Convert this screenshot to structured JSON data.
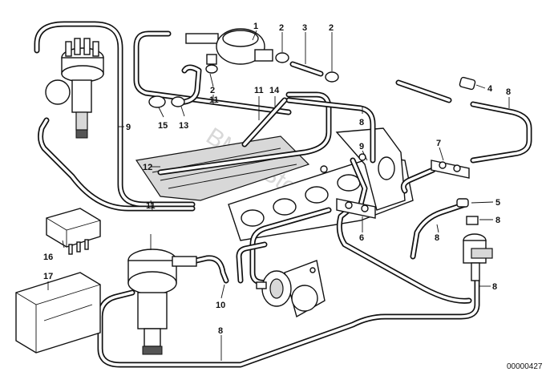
{
  "diagram": {
    "document_number": "00000427",
    "watermark": "BMW-Store.nl",
    "callouts": [
      "1",
      "2",
      "3",
      "2",
      "4",
      "8",
      "11",
      "14",
      "2",
      "11",
      "15",
      "13",
      "9",
      "12",
      "8",
      "9",
      "7",
      "11",
      "5",
      "8",
      "16",
      "17",
      "6",
      "8",
      "10",
      "8",
      "8"
    ]
  }
}
